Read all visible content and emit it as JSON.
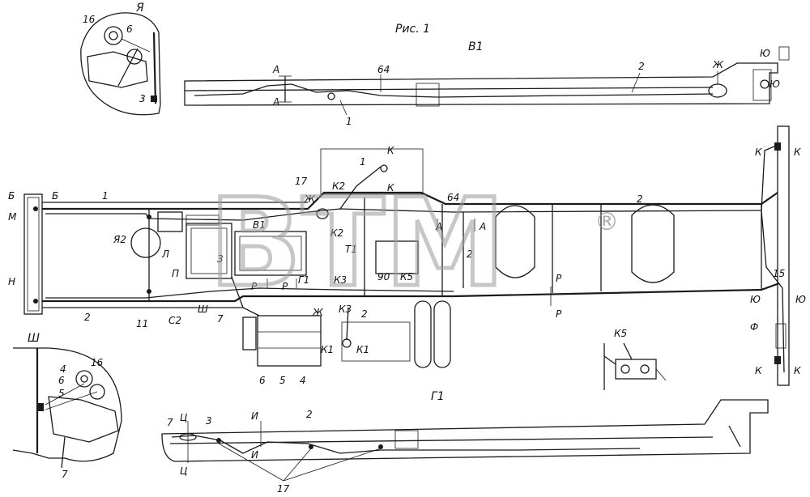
{
  "figure": {
    "title": "Рис. 1",
    "views": {
      "top": "В1",
      "bottom": "Г1"
    },
    "watermark": {
      "text": "BTM",
      "mark": "®"
    }
  },
  "callouts": {
    "c1": "1",
    "c2": "2",
    "c3": "3",
    "c4": "4",
    "c5": "5",
    "c6": "6",
    "c7": "7",
    "c11": "11",
    "c15": "15",
    "c16": "16",
    "c17": "17",
    "c64": "64",
    "c90": "90",
    "A": "А",
    "B": "Б",
    "V1": "В1",
    "G1": "Г1",
    "K": "К",
    "K1": "К1",
    "K2": "К2",
    "K3": "К3",
    "K5": "К5",
    "M": "М",
    "N": "Н",
    "L": "Л",
    "P": "П",
    "R": "Р",
    "S2": "С2",
    "T1": "Т1",
    "Sh": "Ш",
    "Zh": "Ж",
    "Yu": "Ю",
    "Ya": "Я",
    "Ya2": "Я2",
    "F": "Ф",
    "I": "И",
    "Ts": "Ц"
  }
}
